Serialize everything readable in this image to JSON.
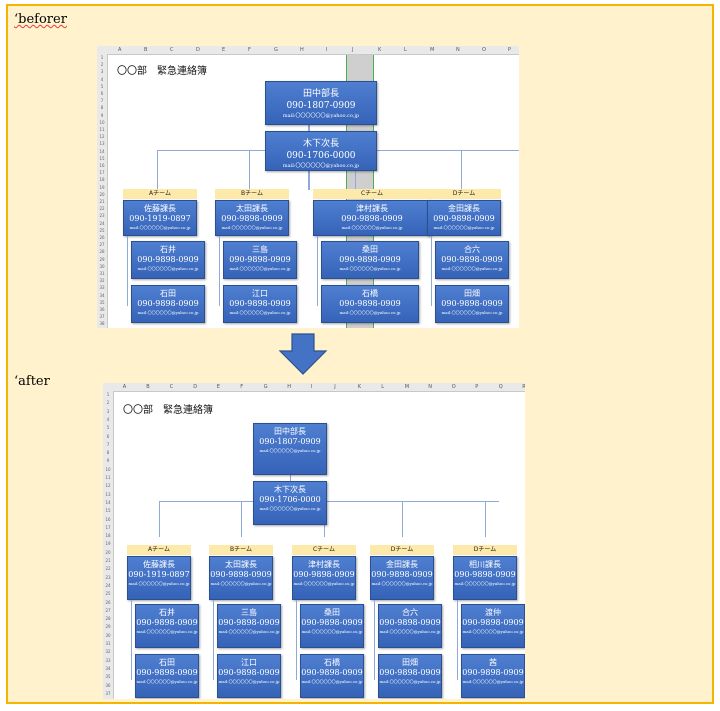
{
  "labels": {
    "before": "‘beforer",
    "after": "‘after"
  },
  "before": {
    "title": "〇〇部　緊急連絡簿",
    "columns": [
      "A",
      "B",
      "C",
      "D",
      "E",
      "F",
      "G",
      "H",
      "I",
      "J",
      "K",
      "L",
      "M",
      "N",
      "O",
      "P"
    ],
    "rows": [
      "1",
      "2",
      "3",
      "4",
      "5",
      "6",
      "7",
      "8",
      "9",
      "10",
      "11",
      "12",
      "13",
      "14",
      "15",
      "16",
      "17",
      "18",
      "19",
      "20",
      "21",
      "22",
      "23",
      "24",
      "25",
      "26",
      "27",
      "28",
      "29",
      "30",
      "31",
      "32",
      "33",
      "34",
      "35",
      "36",
      "37",
      "38"
    ],
    "top1": {
      "name": "田中部長",
      "phone": "090-1807-0909",
      "mail": "mail:〇〇〇〇〇〇@yahoo.co.jp"
    },
    "top2": {
      "name": "木下次長",
      "phone": "090-1706-0000",
      "mail": "mail:〇〇〇〇〇〇@yahoo.co.jp"
    },
    "teams": [
      {
        "team": "Aチーム",
        "leader": {
          "name": "佐藤課長",
          "phone": "090-1919-0897",
          "mail": "mail:〇〇〇〇〇〇@yahoo.co.jp"
        },
        "members": [
          {
            "name": "石井",
            "phone": "090-9898-0909",
            "mail": "mail:〇〇〇〇〇〇@yahoo.co.jp"
          },
          {
            "name": "石田",
            "phone": "090-9898-0909",
            "mail": "mail:〇〇〇〇〇〇@yahoo.co.jp"
          }
        ]
      },
      {
        "team": "Bチーム",
        "leader": {
          "name": "太田課長",
          "phone": "090-9898-0909",
          "mail": "mail:〇〇〇〇〇〇@yahoo.co.jp"
        },
        "members": [
          {
            "name": "三島",
            "phone": "090-9898-0909",
            "mail": "mail:〇〇〇〇〇〇@yahoo.co.jp"
          },
          {
            "name": "江口",
            "phone": "090-9898-0909",
            "mail": "mail:〇〇〇〇〇〇@yahoo.co.jp"
          }
        ]
      },
      {
        "team": "Cチーム",
        "leader": {
          "name": "津村課長",
          "phone": "090-9898-0909",
          "mail": "mail:〇〇〇〇〇〇@yahoo.co.jp"
        },
        "members": [
          {
            "name": "桑田",
            "phone": "090-9898-0909",
            "mail": "mail:〇〇〇〇〇〇@yahoo.co.jp"
          },
          {
            "name": "石橋",
            "phone": "090-9898-0909",
            "mail": "mail:〇〇〇〇〇〇@yahoo.co.jp"
          }
        ]
      },
      {
        "team": "Dチーム",
        "leader": {
          "name": "金田課長",
          "phone": "090-9898-0909",
          "mail": "mail:〇〇〇〇〇〇@yahoo.co.jp"
        },
        "members": [
          {
            "name": "合六",
            "phone": "090-9898-0909",
            "mail": "mail:〇〇〇〇〇〇@yahoo.co.jp"
          },
          {
            "name": "田畑",
            "phone": "090-9898-0909",
            "mail": "mail:〇〇〇〇〇〇@yahoo.co.jp"
          }
        ]
      }
    ]
  },
  "after": {
    "title": "〇〇部　緊急連絡簿",
    "columns": [
      "A",
      "B",
      "C",
      "D",
      "E",
      "F",
      "G",
      "H",
      "I",
      "J",
      "K",
      "L",
      "M",
      "N",
      "O",
      "P",
      "Q",
      "R"
    ],
    "rows": [
      "1",
      "2",
      "3",
      "4",
      "5",
      "6",
      "7",
      "8",
      "9",
      "10",
      "11",
      "12",
      "13",
      "14",
      "15",
      "16",
      "17",
      "18",
      "19",
      "20",
      "21",
      "22",
      "23",
      "24",
      "25",
      "26",
      "27",
      "28",
      "29",
      "30",
      "31",
      "32",
      "33",
      "34",
      "35",
      "36",
      "37"
    ],
    "top1": {
      "name": "田中部長",
      "phone": "090-1807-0909",
      "mail": "mail:〇〇〇〇〇〇@yahoo.co.jp"
    },
    "top2": {
      "name": "木下次長",
      "phone": "090-1706-0000",
      "mail": "mail:〇〇〇〇〇〇@yahoo.co.jp"
    },
    "teams": [
      {
        "team": "Aチーム",
        "leader": {
          "name": "佐藤課長",
          "phone": "090-1919-0897",
          "mail": "mail:〇〇〇〇〇〇@yahoo.co.jp"
        },
        "members": [
          {
            "name": "石井",
            "phone": "090-9898-0909",
            "mail": "mail:〇〇〇〇〇〇@yahoo.co.jp"
          },
          {
            "name": "石田",
            "phone": "090-9898-0909",
            "mail": "mail:〇〇〇〇〇〇@yahoo.co.jp"
          }
        ]
      },
      {
        "team": "Bチーム",
        "leader": {
          "name": "太田課長",
          "phone": "090-9898-0909",
          "mail": "mail:〇〇〇〇〇〇@yahoo.co.jp"
        },
        "members": [
          {
            "name": "三島",
            "phone": "090-9898-0909",
            "mail": "mail:〇〇〇〇〇〇@yahoo.co.jp"
          },
          {
            "name": "江口",
            "phone": "090-9898-0909",
            "mail": "mail:〇〇〇〇〇〇@yahoo.co.jp"
          }
        ]
      },
      {
        "team": "Cチーム",
        "leader": {
          "name": "津村課長",
          "phone": "090-9898-0909",
          "mail": "mail:〇〇〇〇〇〇@yahoo.co.jp"
        },
        "members": [
          {
            "name": "桑田",
            "phone": "090-9898-0909",
            "mail": "mail:〇〇〇〇〇〇@yahoo.co.jp"
          },
          {
            "name": "石橋",
            "phone": "090-9898-0909",
            "mail": "mail:〇〇〇〇〇〇@yahoo.co.jp"
          }
        ]
      },
      {
        "team": "Dチーム",
        "leader": {
          "name": "金田課長",
          "phone": "090-9898-0909",
          "mail": "mail:〇〇〇〇〇〇@yahoo.co.jp"
        },
        "members": [
          {
            "name": "合六",
            "phone": "090-9898-0909",
            "mail": "mail:〇〇〇〇〇〇@yahoo.co.jp"
          },
          {
            "name": "田畑",
            "phone": "090-9898-0909",
            "mail": "mail:〇〇〇〇〇〇@yahoo.co.jp"
          }
        ]
      },
      {
        "team": "Dチーム",
        "leader": {
          "name": "相川課長",
          "phone": "090-9898-0909",
          "mail": "mail:〇〇〇〇〇〇@yahoo.co.jp"
        },
        "members": [
          {
            "name": "渡仲",
            "phone": "090-9898-0909",
            "mail": "mail:〇〇〇〇〇〇@yahoo.co.jp"
          },
          {
            "name": "茜",
            "phone": "090-9898-0909",
            "mail": "mail:〇〇〇〇〇〇@yahoo.co.jp"
          }
        ]
      }
    ]
  }
}
